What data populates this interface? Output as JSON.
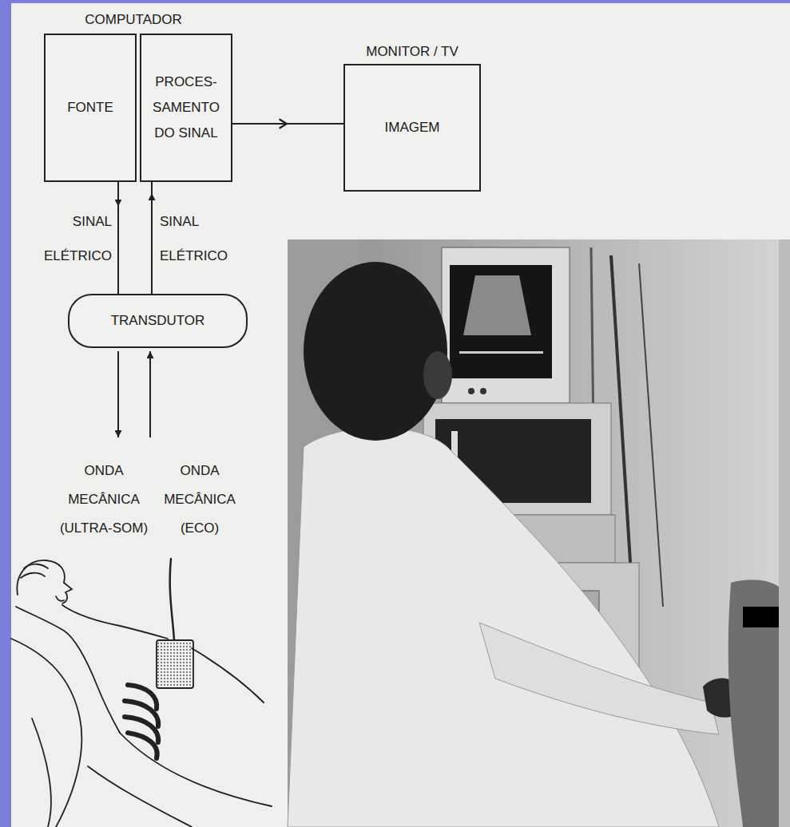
{
  "diagram": {
    "nodes": [
      {
        "text": [
          "FONTE"
        ]
      },
      {
        "text": [
          "PROCES- SAMENTO DO SINAL"
        ]
      },
      {
        "text": [
          "MONITOR / TV",
          "IMAGEM"
        ]
      },
      {
        "text": [
          "TRANSDUTOR"
        ]
      }
    ],
    "edges": [
      {
        "from": 0,
        "to": 3,
        "arrow": "to",
        "label": "SINAL ELÉTRICO"
      },
      {
        "from": 3,
        "to": 1,
        "arrow": "to",
        "label": "SINAL ELÉTRICO"
      },
      {
        "from": 1,
        "to": 2,
        "arrow": "to"
      }
    ],
    "labels": [
      "COMPUTADOR",
      "ONDA MECÂNICA (ULTRA-SOM)",
      "ONDA MECÂNICA (ECO)"
    ]
  }
}
